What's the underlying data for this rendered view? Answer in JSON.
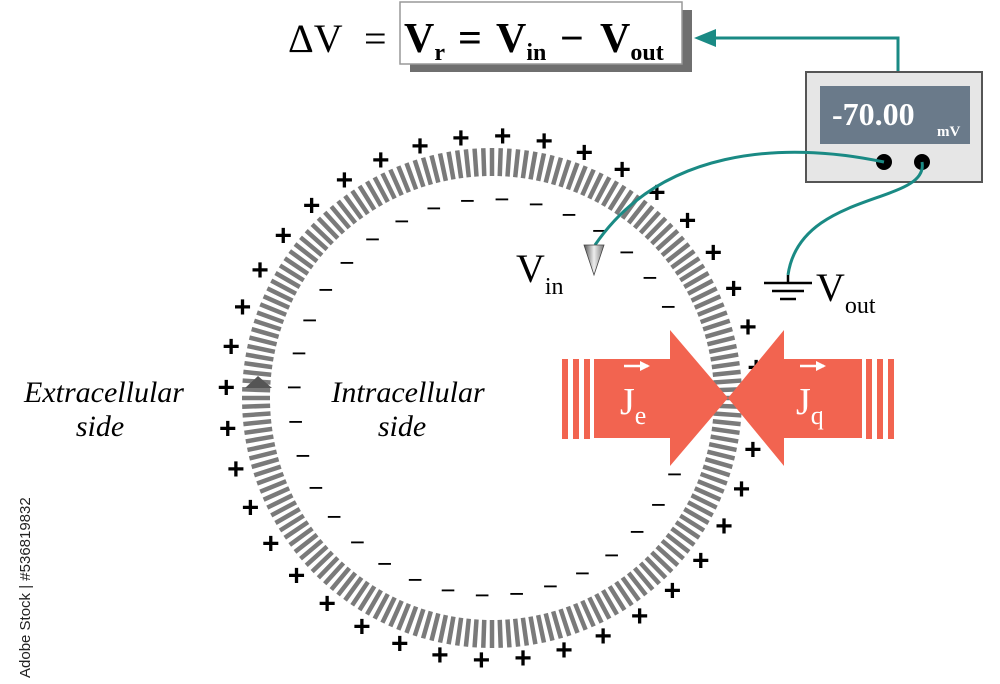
{
  "equation": {
    "lhs": "ΔV",
    "equals": "=",
    "r_main": "V",
    "r_sub": "r",
    "equals2": "=",
    "in_main": "V",
    "in_sub": "in",
    "minus": "−",
    "out_main": "V",
    "out_sub": "out"
  },
  "meter": {
    "reading": "-70.00",
    "unit": "mV"
  },
  "probes": {
    "vin_main": "V",
    "vin_sub": "in",
    "vout_main": "V",
    "vout_sub": "out"
  },
  "regions": {
    "extracellular_line1": "Extracellular",
    "extracellular_line2": "side",
    "intracellular_line1": "Intracellular",
    "intracellular_line2": "side"
  },
  "fluxes": {
    "je_main": "J",
    "je_sub": "e",
    "jq_main": "J",
    "jq_sub": "q",
    "arrow_color": "#f26450"
  },
  "charges": {
    "outside_symbol": "+",
    "inside_symbol": "−",
    "outside_count": 40,
    "inside_count": 36
  },
  "colors": {
    "membrane": "#7a7a7a",
    "wire": "#1a8a84",
    "meter_bezel": "#e6e6e6",
    "meter_display": "#6a7a8a"
  },
  "watermark": {
    "text": "Adobe Stock | #536819832"
  }
}
